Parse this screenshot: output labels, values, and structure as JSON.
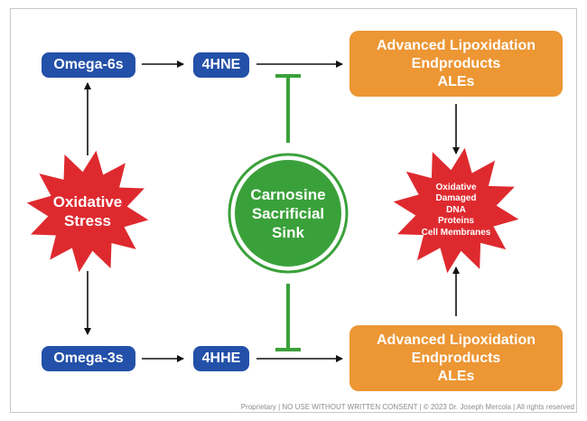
{
  "nodes": {
    "omega6": "Omega-6s",
    "omega3": "Omega-3s",
    "hne": "4HNE",
    "hhe": "4HHE",
    "ale_top": [
      "Advanced Lipoxidation",
      "Endproducts",
      "ALEs"
    ],
    "ale_bottom": [
      "Advanced Lipoxidation",
      "Endproducts",
      "ALEs"
    ],
    "oxidative_stress": [
      "Oxidative",
      "Stress"
    ],
    "carnosine": [
      "Carnosine",
      "Sacrificial",
      "Sink"
    ],
    "damage": [
      "Oxidative",
      "Damaged",
      "DNA",
      "Proteins",
      "Cell Membranes"
    ]
  },
  "footer": "Proprietary | NO USE WITHOUT WRITTEN CONSENT | © 2023 Dr. Joseph Mercola | All rights reserved",
  "colors": {
    "blue": "#2350a8",
    "orange": "#ec9634",
    "red": "#de2a2f",
    "green": "#3aa13a"
  }
}
